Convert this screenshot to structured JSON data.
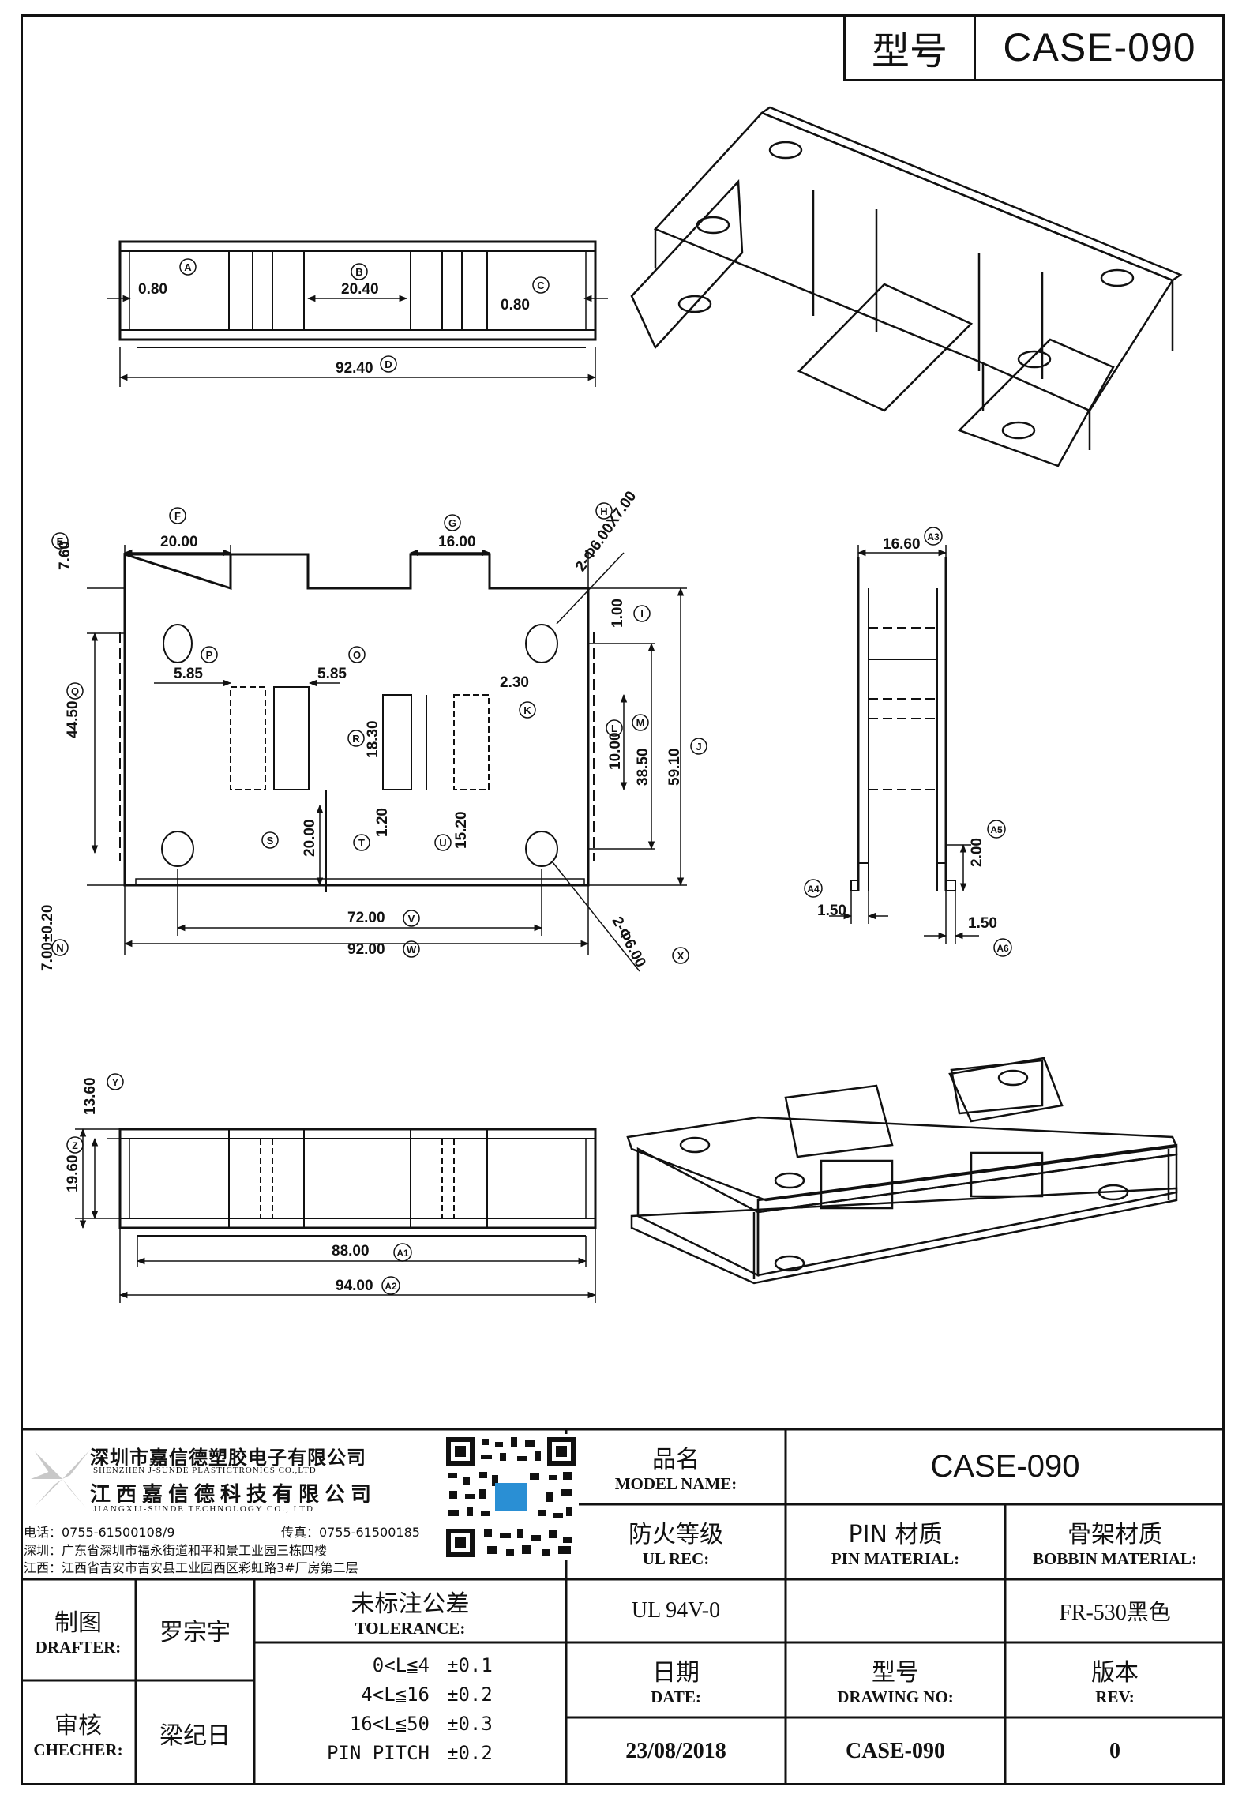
{
  "header": {
    "model_label": "型号",
    "model_value": "CASE-090"
  },
  "drawing": {
    "top_view": {
      "dims": {
        "a": "0.80",
        "b": "20.40",
        "c": "0.80",
        "d": "92.40"
      },
      "markers": {
        "a": "A",
        "b": "B",
        "c": "C",
        "d": "D"
      }
    },
    "plan_view": {
      "dims": {
        "e": "7.60",
        "f": "20.00",
        "g": "16.00",
        "h": "2-Φ6.00X7.00",
        "q": "44.50",
        "p": "5.85",
        "o": "5.85",
        "k": "2.30",
        "r": "18.30",
        "i": "1.00",
        "l": "10.00",
        "m": "38.50",
        "j": "59.10",
        "s": "20.00",
        "t": "1.20",
        "u": "15.20",
        "v": "72.00",
        "w": "92.00",
        "x": "2-Φ6.00",
        "n": "7.00±0.20"
      },
      "markers": {
        "e": "E",
        "f": "F",
        "g": "G",
        "h": "H",
        "q": "Q",
        "p": "P",
        "o": "O",
        "k": "K",
        "r": "R",
        "i": "I",
        "l": "L",
        "m": "M",
        "j": "J",
        "s": "S",
        "t": "T",
        "u": "U",
        "v": "V",
        "w": "W",
        "x": "X",
        "n": "N"
      }
    },
    "side_view": {
      "dims": {
        "a3": "16.60",
        "a5": "2.00",
        "a4_l": "1.50",
        "a6_r": "1.50"
      },
      "markers": {
        "a3": "A3",
        "a5": "A5",
        "a4": "A4",
        "a6": "A6"
      }
    },
    "front_view": {
      "dims": {
        "y": "13.60",
        "z": "19.60",
        "a1": "88.00",
        "a2": "94.00"
      },
      "markers": {
        "y": "Y",
        "z": "Z",
        "a1": "A1",
        "a2": "A2"
      }
    }
  },
  "title_block": {
    "company_cn_1": "深圳市嘉信德塑胶电子有限公司",
    "company_en_1": "SHENZHEN J-SUNDE PLASTICTRONICS CO.,LTD",
    "company_cn_2": "江西嘉信德科技有限公司",
    "company_en_2": "JIANGXIJ-SUNDE TECHNOLOGY CO., LTD",
    "phone": "电话：0755-61500108/9",
    "fax": "传真：0755-61500185",
    "addr_sz": "深圳：广东省深圳市福永街道和平和景工业园三栋四楼",
    "addr_jx": "江西：江西省吉安市吉安县工业园西区彩虹路3#厂房第二层",
    "model_name_cn": "品名",
    "model_name_en": "MODEL NAME:",
    "model_name_value": "CASE-090",
    "ul_cn": "防火等级",
    "ul_en": "UL REC:",
    "pin_cn": "PIN 材质",
    "pin_en": "PIN MATERIAL:",
    "bobbin_cn": "骨架材质",
    "bobbin_en": "BOBBIN MATERIAL:",
    "ul_value": "UL 94V-0",
    "pin_value": "",
    "bobbin_value": "FR-530黑色",
    "drafter_cn": "制图",
    "drafter_en": "DRAFTER:",
    "drafter_name": "罗宗宇",
    "checker_cn": "审核",
    "checker_en": "CHECHER:",
    "checker_name": "梁纪日",
    "tolerance_cn": "未标注公差",
    "tolerance_en": "TOLERANCE:",
    "tolerances": [
      {
        "range": "0<L≦4",
        "value": "±0.1"
      },
      {
        "range": "4<L≦16",
        "value": "±0.2"
      },
      {
        "range": "16<L≦50",
        "value": "±0.3"
      },
      {
        "range": "PIN PITCH",
        "value": "±0.2"
      }
    ],
    "date_cn": "日期",
    "date_en": "DATE:",
    "date_value": "23/08/2018",
    "drawing_no_cn": "型号",
    "drawing_no_en": "DRAWING NO:",
    "drawing_no_value": "CASE-090",
    "rev_cn": "版本",
    "rev_en": "REV:",
    "rev_value": "0"
  }
}
